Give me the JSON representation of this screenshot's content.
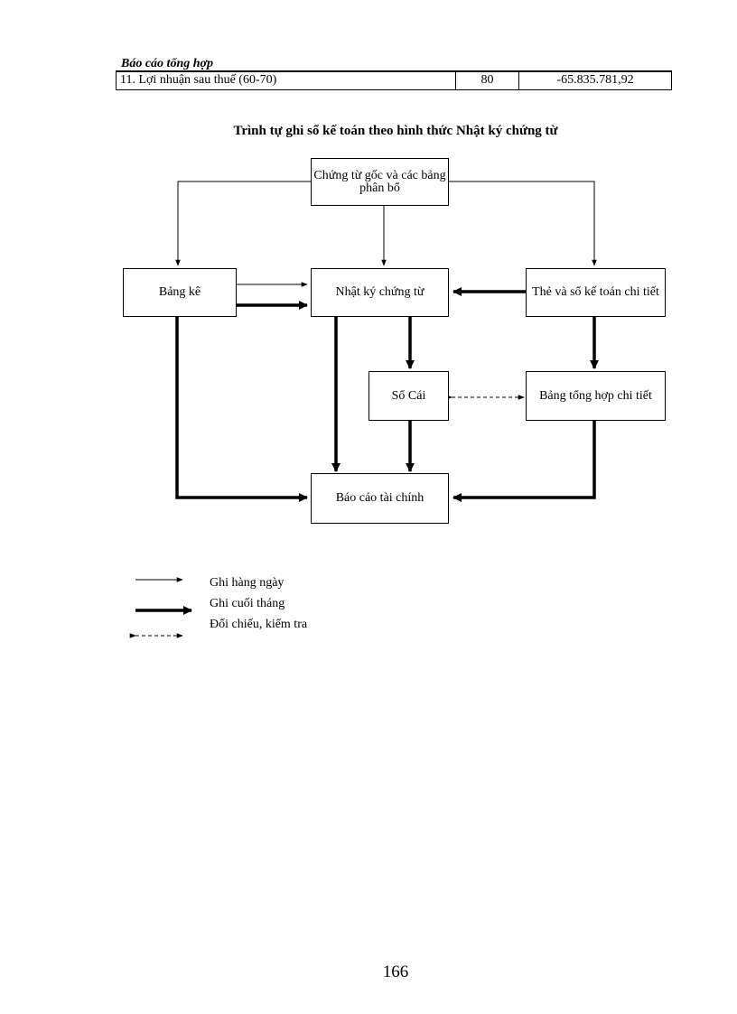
{
  "header": {
    "title": "Báo cáo tổng hợp"
  },
  "financial_row": {
    "label": "11. Lợi nhuận sau thuế (60-70)",
    "code": "80",
    "value": "-65.835.781,92"
  },
  "diagram": {
    "title": "Trình tự ghi sổ kế toán theo hình thức Nhật ký chứng từ",
    "boxes": {
      "source": "Chứng từ gốc và các bảng phân bổ",
      "bangke": "Bảng kê",
      "nhatky": "Nhật ký chứng từ",
      "the": "Thẻ và sổ kế toán chi tiết",
      "socai": "Sổ Cái",
      "tonghop": "Bảng tổng hợp chi tiết",
      "baocao": "Báo cáo tài chính"
    }
  },
  "legend": {
    "daily": "Ghi hàng ngày",
    "monthly": "Ghi cuối tháng",
    "check": "Đối chiếu, kiểm tra"
  },
  "page_number": "166"
}
